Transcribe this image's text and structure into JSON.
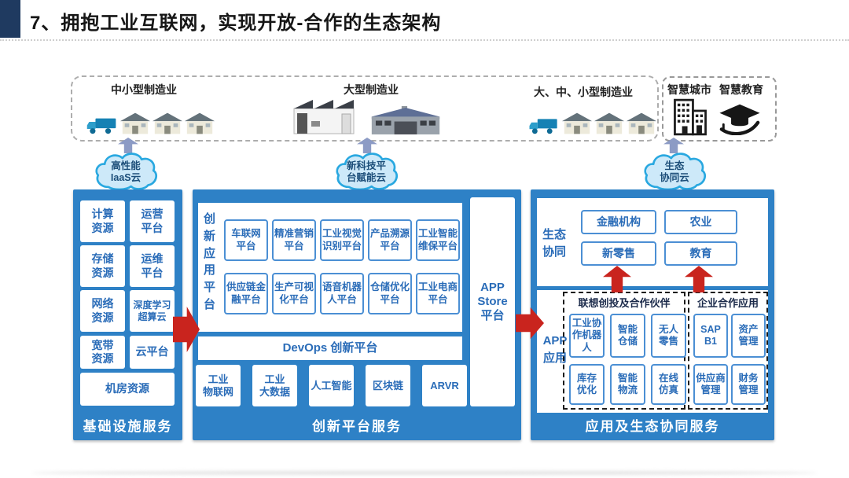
{
  "title": "7、拥抱工业互联网，实现开放-合作的生态架构",
  "top_band": {
    "groups": [
      {
        "label": "中小型制造业",
        "icons": [
          "truck-icon",
          "house-icon",
          "house-icon",
          "house-icon"
        ]
      },
      {
        "label": "大型制造业",
        "icons": [
          "factory-icon",
          "warehouse-icon"
        ]
      },
      {
        "label": "大、中、小型制造业",
        "icons": [
          "truck-icon",
          "house-icon",
          "house-icon",
          "house-icon"
        ]
      }
    ],
    "smart": {
      "labels": [
        "智慧城市",
        "智慧教育"
      ],
      "icons": [
        "building-icon",
        "education-icon"
      ]
    }
  },
  "clouds": [
    {
      "label": "高性能\nIaaS云"
    },
    {
      "label": "新科技平\n台赋能云"
    },
    {
      "label": "生态\n协同云"
    }
  ],
  "infrastructure": {
    "cells": [
      "计算\n资源",
      "运营\n平台",
      "存储\n资源",
      "运维\n平台",
      "网络\n资源",
      "深度学习\n超算云",
      "宽带\n资源",
      "云平台",
      "机房资源"
    ],
    "footer": "基础设施服务"
  },
  "innovation": {
    "side_label": "创新应用平台",
    "row1": [
      "车联网\n平台",
      "精准营销\n平台",
      "工业视觉\n识别平台",
      "产品溯源\n平台",
      "工业智能\n维保平台"
    ],
    "row2": [
      "供应链金\n融平台",
      "生产可视\n化平台",
      "语音机器\n人平台",
      "仓储优化\n平台",
      "工业电商\n平台"
    ],
    "devops": "DevOps 创新平台",
    "row3": [
      "工业\n物联网",
      "工业\n大数据",
      "人工智能",
      "区块链",
      "ARVR"
    ],
    "appstore": "APP\nStore\n平台",
    "footer": "创新平台服务"
  },
  "ecosystem": {
    "coordination_label": "生态\n协同",
    "sectors": [
      "金融机构",
      "农业",
      "新零售",
      "教育"
    ],
    "app_label": "APP\n应用",
    "partners": {
      "header": "联想创投及合作伙伴",
      "cells": [
        "工业协\n作机器\n人",
        "智能\n仓储",
        "无人\n零售",
        "库存\n优化",
        "智能\n物流",
        "在线\n仿真"
      ]
    },
    "enterprise": {
      "header": "企业合作应用",
      "cells": [
        "SAP\nB1",
        "资产\n管理",
        "供应商\n管理",
        "财务\n管理"
      ]
    },
    "footer": "应用及生态协同服务"
  },
  "colors": {
    "primary_blue": "#2E81C6",
    "cell_text_blue": "#2A6CB8",
    "cell_border_blue": "#4B8FD4",
    "cloud_border": "#29A8E0",
    "cloud_fill": "#CDE9F9",
    "arrow_red": "#C9241E",
    "cloud_arrow_gray": "#8C9BC5",
    "title_accent_navy": "#1F3A60"
  }
}
